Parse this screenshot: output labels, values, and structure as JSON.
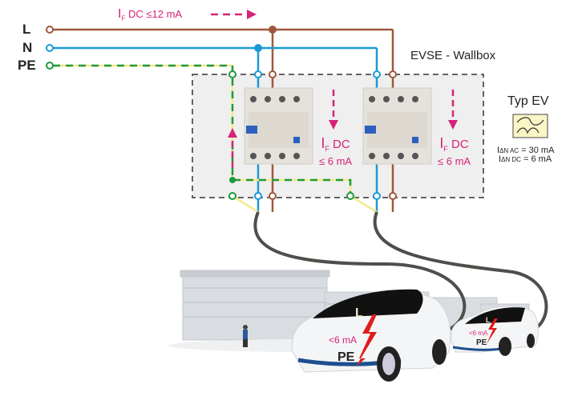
{
  "lines": {
    "l_label": "L",
    "n_label": "N",
    "pe_label": "PE"
  },
  "top_current": {
    "symbol": "I",
    "subscript": "F",
    "text": "DC ≤12 mA"
  },
  "wallbox": {
    "title": "EVSE - Wallbox"
  },
  "breakers": [
    {
      "symbol": "I",
      "subscript": "F",
      "line1": "DC",
      "line2": "≤ 6 mA"
    },
    {
      "symbol": "I",
      "subscript": "F",
      "line1": "DC",
      "line2": "≤ 6 mA"
    }
  ],
  "type_ev": {
    "title": "Typ EV",
    "icon": "ac-dc-waveform-icon",
    "spec_ac": {
      "symbol": "I",
      "sub": "ΔN AC",
      "value": " = 30 mA"
    },
    "spec_dc": {
      "symbol": "I",
      "sub": "ΔN DC",
      "value": " = 6 mA"
    }
  },
  "cars": [
    {
      "top": "L",
      "current": "<6 mA",
      "bottom": "PE"
    },
    {
      "top": "L",
      "current": "<6 mA",
      "bottom": "PE"
    }
  ],
  "colors": {
    "L": "#a0583c",
    "N": "#1a9ad6",
    "PE_green": "#1e9a3c",
    "PE_yellow": "#f3e98a",
    "accent": "#d6237a",
    "fault": "#e01b1b"
  }
}
